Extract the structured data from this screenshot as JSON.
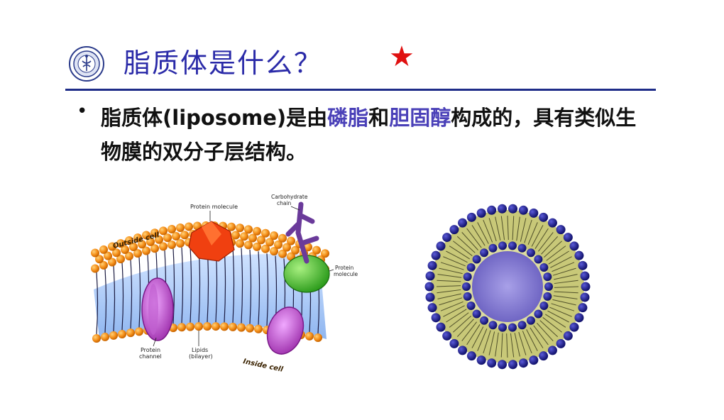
{
  "slide": {
    "title": "脂质体是什么？",
    "star_symbol": "★",
    "bullet_symbol": "•",
    "body": {
      "part1": "脂质体(liposome)是由",
      "keyword1": "磷脂",
      "part2": "和",
      "keyword2": "胆固醇",
      "part3": "构成的，具有类似生物膜的双分子层结构。"
    }
  },
  "membrane_figure": {
    "labels": {
      "carbohydrate": "Carbohydrate chain",
      "carbohydrate_line1": "Carbohydrate",
      "carbohydrate_line2": "chain",
      "protein_top": "Protein molecule",
      "protein_right_line1": "Protein",
      "protein_right_line2": "molecule",
      "outside": "Outside cell",
      "inside": "Inside cell",
      "protein_channel_line1": "Protein",
      "protein_channel_line2": "channel",
      "lipids_line1": "Lipids",
      "lipids_line2": "(bilayer)"
    }
  },
  "colors": {
    "title": "#2a2aa8",
    "rule": "#1e2c88",
    "star": "#e01010",
    "keyword": "#4a40b8",
    "lipid_head": "#f08a10",
    "liposome_head": "#1a1a80",
    "liposome_tail": "#c8c878",
    "liposome_core": "#7a70c8"
  }
}
